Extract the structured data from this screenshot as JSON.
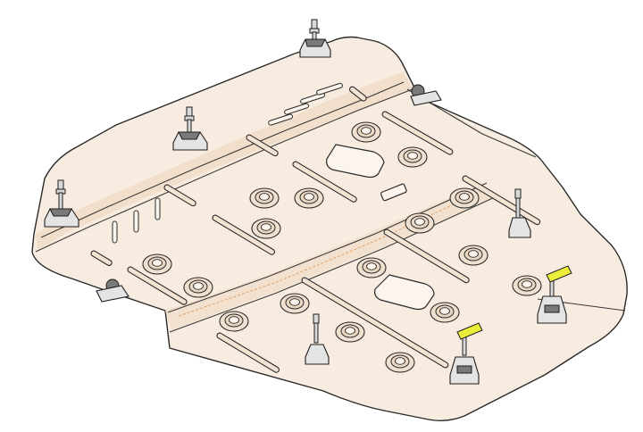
{
  "figure": {
    "colors": {
      "plate": "#f7ecdf",
      "band": "#f1dfcb",
      "outline": "#2a2a2a",
      "bracket": "#e4e4e4",
      "clip": "#ecec3a"
    },
    "components": [
      "skid-plate",
      "front-mounting-brackets",
      "rear-mounting-brackets",
      "yellow-clips"
    ]
  }
}
